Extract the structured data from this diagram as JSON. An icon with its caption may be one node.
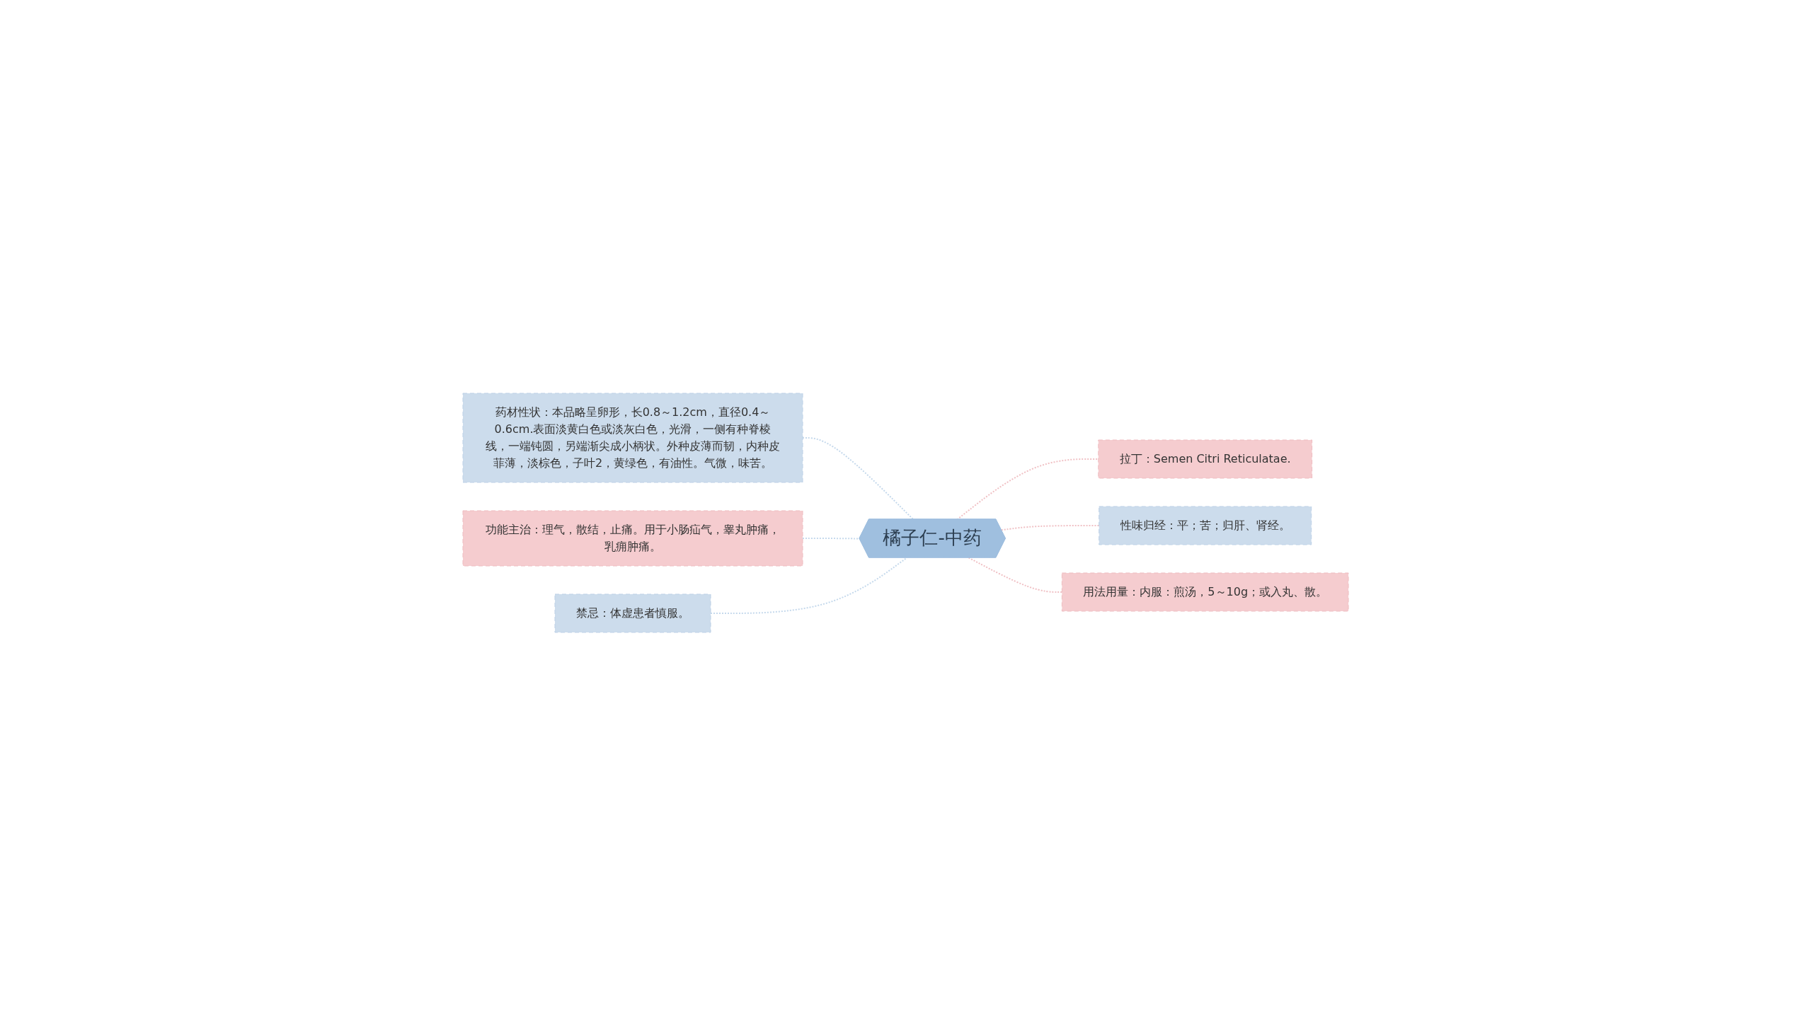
{
  "diagram": {
    "nodes": [
      {
        "text": [
          "橘子仁-中药"
        ]
      },
      {
        "text": [
          "药材性状：本品略呈卵形，长0.8～1.2cm，直径0.4～0.6cm.表面淡黄白色或淡灰白色，光滑，一侧有种脊棱线，一端钝圆，另端渐尖成小柄状。外种皮薄而韧，内种皮菲薄，淡棕色，子叶2，黄绿色，有油性。气微，味苦。"
        ]
      },
      {
        "text": [
          "功能主治：理气，散结，止痛。用于小肠疝气，睾丸肿痛，乳痈肿痛。"
        ]
      },
      {
        "text": [
          "禁忌：体虚患者慎服。"
        ]
      },
      {
        "text": [
          "拉丁：Semen Citri Reticulatae."
        ]
      },
      {
        "text": [
          "性味归经：平；苦；归肝、肾经。"
        ]
      },
      {
        "text": [
          "用法用量：内服：煎汤，5～10g；或入丸、散。"
        ]
      }
    ],
    "edges": [
      {
        "from": 1,
        "to": 0,
        "arrow": "none",
        "style": "dashed",
        "color": "#c5d9ec"
      },
      {
        "from": 2,
        "to": 0,
        "arrow": "none",
        "style": "dashed",
        "color": "#c5d9ec"
      },
      {
        "from": 3,
        "to": 0,
        "arrow": "none",
        "style": "dashed",
        "color": "#c5d9ec"
      },
      {
        "from": 0,
        "to": 4,
        "arrow": "none",
        "style": "dashed",
        "color": "#f0c0c4"
      },
      {
        "from": 0,
        "to": 5,
        "arrow": "none",
        "style": "dashed",
        "color": "#f0c0c4"
      },
      {
        "from": 0,
        "to": 6,
        "arrow": "none",
        "style": "dashed",
        "color": "#f0c0c4"
      }
    ]
  }
}
